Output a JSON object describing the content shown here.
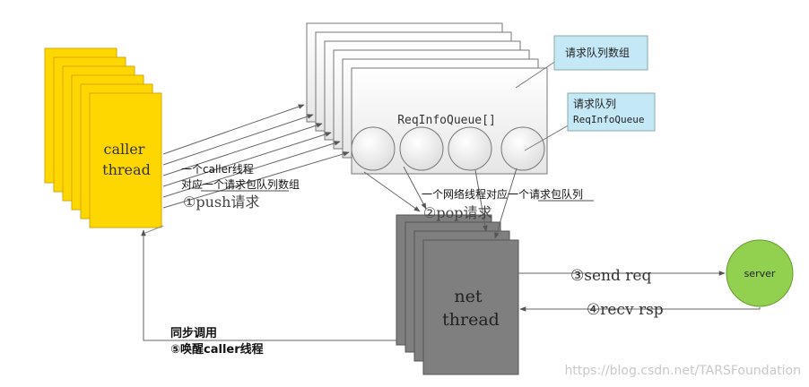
{
  "caller_label": [
    "caller",
    "thread"
  ],
  "net_label": [
    "net",
    "thread"
  ],
  "server_label": "server",
  "req_info_queue_label": "ReqInfoQueue[]",
  "callout_array": "请求队列数组",
  "callout_queue": [
    "请求队列",
    "ReqInfoQueue"
  ],
  "caller_note": [
    "一个caller线程",
    "对应一个请求包队列数组"
  ],
  "step1": "①push请求",
  "step2": "②pop请求",
  "step3": "③send req",
  "step4": "④recv rsp",
  "step5": [
    "同步调用",
    "⑤唤醒caller线程"
  ],
  "net_note": "一个网络线程对应一个请求包队列",
  "watermark": "https://blog.csdn.net/TARSFoundation",
  "colors": {
    "caller": "#ffd700",
    "caller_border": "#d4a800",
    "net": "#7f7f7f",
    "net_border": "#555555",
    "server": "#92d050",
    "callout": "#c5e8f7",
    "arrow": "#555555"
  }
}
